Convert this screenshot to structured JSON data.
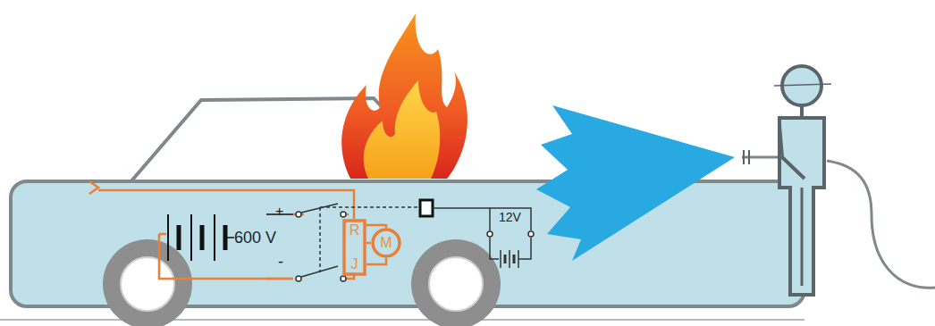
{
  "diagram": {
    "nodes": [
      {
        "text": [
          "R",
          "J"
        ]
      },
      {
        "text": [
          "M"
        ]
      }
    ],
    "edges": [
      {
        "from": 0,
        "to": 1,
        "arrow": "none"
      }
    ],
    "labels": [
      "600 V",
      "+",
      "-",
      "12V"
    ]
  }
}
